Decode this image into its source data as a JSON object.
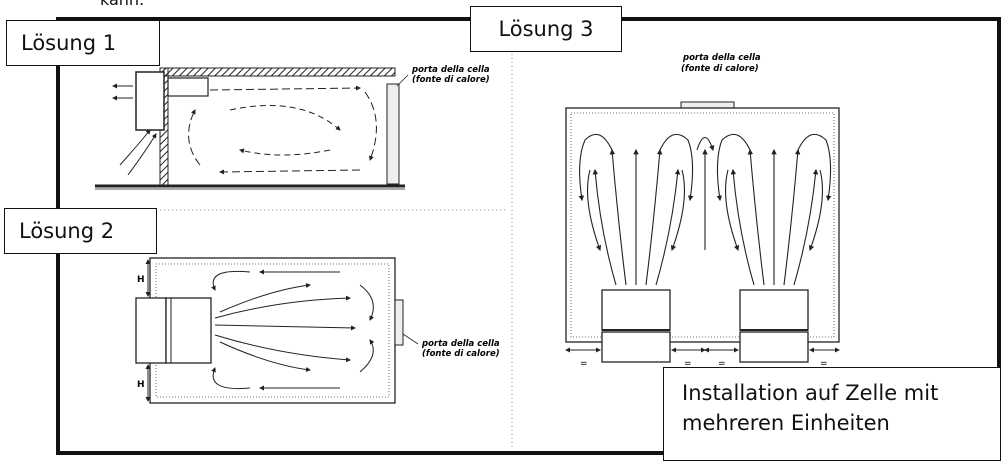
{
  "top_fragment": "kann.",
  "labels": {
    "solution1": "Lösung 1",
    "solution2": "Lösung 2",
    "solution3": "Lösung 3",
    "installation": "Installation auf Zelle mit\nmehreren Einheiten"
  },
  "diagram": {
    "door_label_line1": "porta della cella",
    "door_label_line2": "(fonte di calore)",
    "dim_h": "H",
    "dim_eq": "="
  }
}
